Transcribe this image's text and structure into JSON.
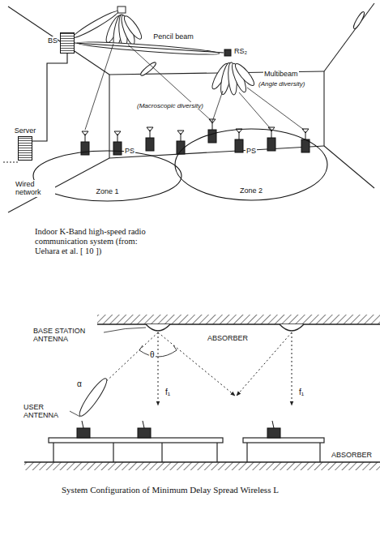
{
  "diagram": {
    "caption": "System Configuration of Minimum Delay Spread Wireless L",
    "nodes": [
      {
        "text": [
          "BS"
        ]
      },
      {
        "text": [
          "Server"
        ]
      },
      {
        "text": [
          "RS₂"
        ]
      },
      {
        "text": [
          "Zone 1"
        ]
      },
      {
        "text": [
          "Zone 2"
        ]
      }
    ],
    "edges": [
      {
        "from": 1,
        "to": 0,
        "arrow": "none"
      },
      {
        "from": 0,
        "to": 2,
        "label": "Pencil beam",
        "arrow": "none"
      }
    ],
    "labels": [
      "Multibeam",
      "(Angle diversity)",
      "(Macroscopic diversity)",
      "Wired network",
      "PS",
      "PS",
      "Indoor K-Band high-speed radio communication system (from: Uehara et al. [ 10 ])",
      "BASE STATION ANTENNA",
      "θ",
      "ABSORBER",
      "f₁",
      "f₁",
      "USER ANTENNA",
      "α",
      "ABSORBER"
    ]
  }
}
